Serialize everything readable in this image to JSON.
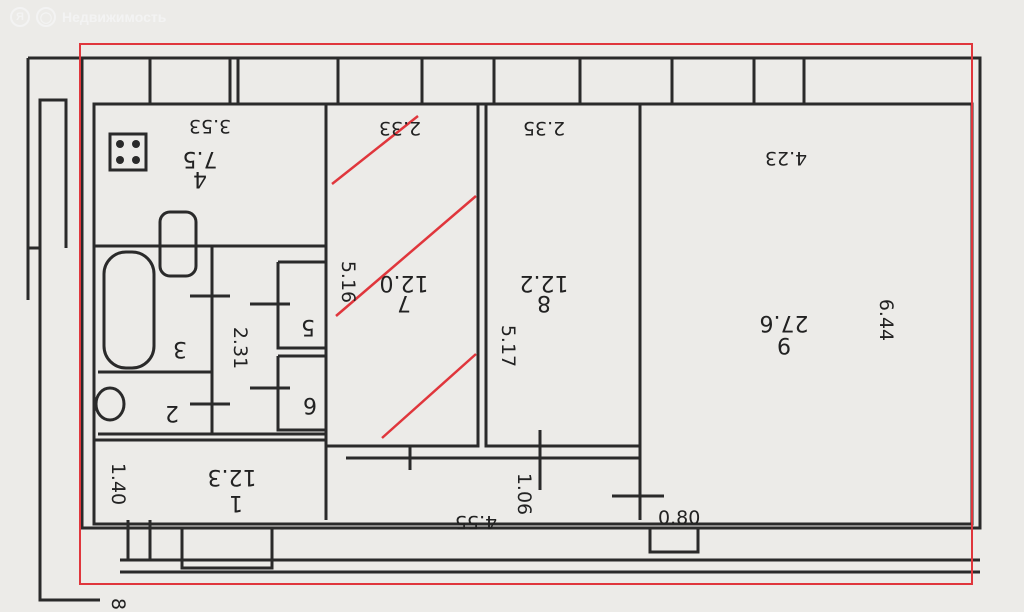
{
  "watermark": {
    "icons": [
      "ya-icon",
      "circle-icon"
    ],
    "label": "Недвижимость"
  },
  "colors": {
    "wall": "#2a2a2a",
    "red": "#e0363c",
    "paper": "#ecebe8"
  },
  "rooms": [
    {
      "id": "r1",
      "number": "1",
      "area": "12.3",
      "dim": "1.40"
    },
    {
      "id": "r2",
      "number": "2"
    },
    {
      "id": "r3",
      "number": "3",
      "dim": "2.31"
    },
    {
      "id": "r4",
      "number": "4",
      "area": "7.5",
      "dim": "3.53"
    },
    {
      "id": "r5",
      "number": "5"
    },
    {
      "id": "r6",
      "number": "6"
    },
    {
      "id": "r7",
      "number": "7",
      "area": "12.0",
      "dim_w": "2.33",
      "dim_h": "5.16"
    },
    {
      "id": "r8",
      "number": "8",
      "area": "12.2",
      "dim_w": "2.35",
      "dim_h": "5.17"
    },
    {
      "id": "r9",
      "number": "9",
      "area": "27.6",
      "dim_w": "4.23",
      "dim_h": "6.44"
    }
  ],
  "corridor": {
    "length": "4.55",
    "width": "1.06",
    "niche": "0.80"
  },
  "margin_numbers": {
    "bottom_left": "8"
  }
}
